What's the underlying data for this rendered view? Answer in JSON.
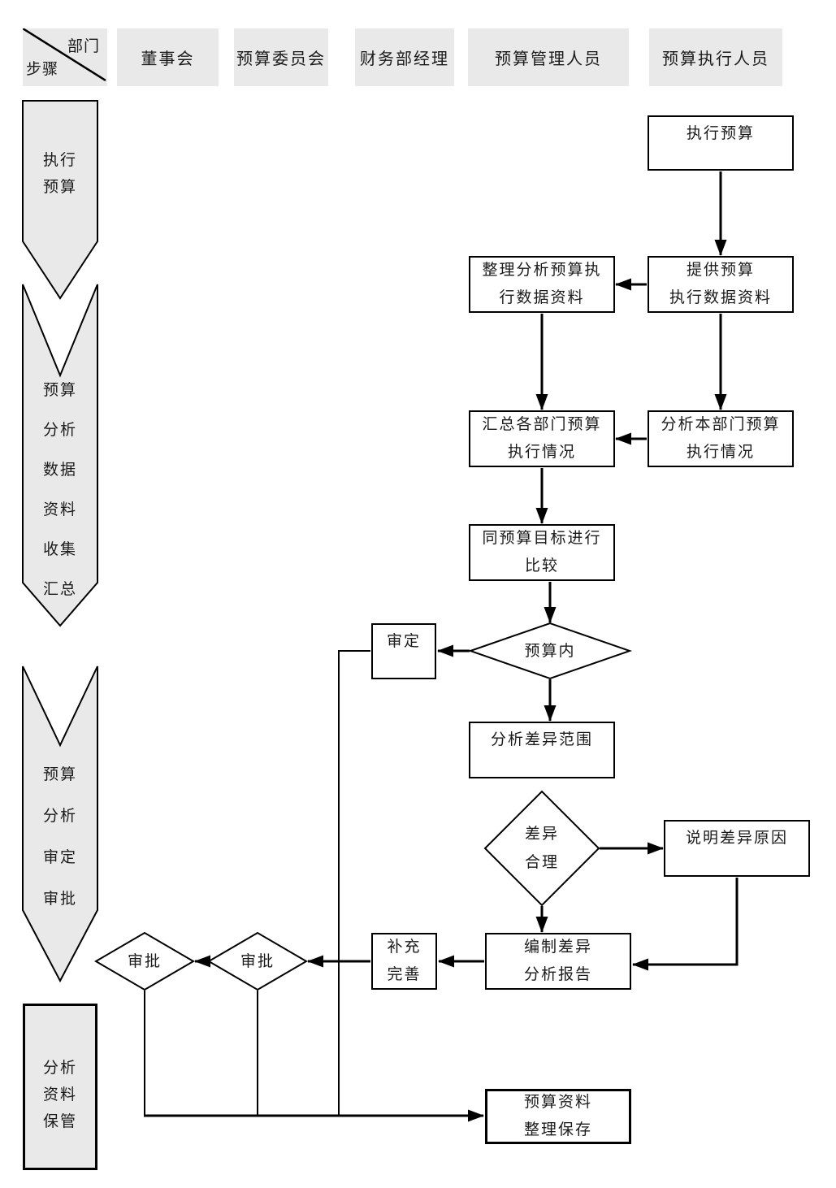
{
  "header": {
    "corner_top": "部门",
    "corner_bottom": "步骤",
    "columns": [
      {
        "label": "董事会"
      },
      {
        "label": "预算委员会"
      },
      {
        "label": "财务部经理"
      },
      {
        "label": "预算管理人员"
      },
      {
        "label": "预算执行人员"
      }
    ]
  },
  "steps": [
    {
      "label": "执行\n预算"
    },
    {
      "label": "预算\n分析\n数据\n资料\n收集\n汇总"
    },
    {
      "label": "预算\n分析\n审定\n审批"
    },
    {
      "label": "分析\n资料\n保管"
    }
  ],
  "nodes": {
    "exec_budget": {
      "label": "执行预算",
      "type": "process",
      "lane": "预算执行人员"
    },
    "tidy_data": {
      "label": "整理分析预算执\n行数据资料",
      "type": "process",
      "lane": "预算管理人员"
    },
    "provide_data": {
      "label": "提供预算\n执行数据资料",
      "type": "process",
      "lane": "预算执行人员"
    },
    "summarize": {
      "label": "汇总各部门预算\n执行情况",
      "type": "process",
      "lane": "预算管理人员"
    },
    "analyze_dept": {
      "label": "分析本部门预算\n执行情况",
      "type": "process",
      "lane": "预算执行人员"
    },
    "compare_target": {
      "label": "同预算目标进行\n比较",
      "type": "process",
      "lane": "预算管理人员"
    },
    "review": {
      "label": "审定",
      "type": "process",
      "lane": "财务部经理"
    },
    "within_budget": {
      "label": "预算内",
      "type": "decision",
      "lane": "预算管理人员"
    },
    "variance_range": {
      "label": "分析差异范围",
      "type": "process",
      "lane": "预算管理人员"
    },
    "variance_reasonable": {
      "label": "差异\n合理",
      "type": "decision",
      "lane": "预算管理人员"
    },
    "explain_reason": {
      "label": "说明差异原因",
      "type": "process",
      "lane": "预算执行人员"
    },
    "compile_report": {
      "label": "编制差异\n分析报告",
      "type": "process",
      "lane": "预算管理人员"
    },
    "supplement": {
      "label": "补充\n完善",
      "type": "process",
      "lane": "财务部经理"
    },
    "approve_committee": {
      "label": "审批",
      "type": "decision",
      "lane": "预算委员会"
    },
    "approve_board": {
      "label": "审批",
      "type": "decision",
      "lane": "董事会"
    },
    "archive": {
      "label": "预算资料\n整理保存",
      "type": "process",
      "lane": "预算管理人员"
    }
  },
  "edges": [
    {
      "from": "exec_budget",
      "to": "provide_data"
    },
    {
      "from": "provide_data",
      "to": "tidy_data"
    },
    {
      "from": "tidy_data",
      "to": "summarize"
    },
    {
      "from": "provide_data",
      "to": "analyze_dept"
    },
    {
      "from": "analyze_dept",
      "to": "summarize"
    },
    {
      "from": "summarize",
      "to": "compare_target"
    },
    {
      "from": "compare_target",
      "to": "within_budget"
    },
    {
      "from": "within_budget",
      "to": "review"
    },
    {
      "from": "within_budget",
      "to": "variance_range"
    },
    {
      "from": "variance_reasonable",
      "to": "explain_reason"
    },
    {
      "from": "variance_reasonable",
      "to": "compile_report"
    },
    {
      "from": "explain_reason",
      "to": "compile_report"
    },
    {
      "from": "compile_report",
      "to": "supplement"
    },
    {
      "from": "supplement",
      "to": "approve_committee"
    },
    {
      "from": "approve_committee",
      "to": "approve_board"
    },
    {
      "from": "review",
      "to": "archive"
    },
    {
      "from": "approve_committee",
      "to": "archive"
    },
    {
      "from": "approve_board",
      "to": "archive"
    }
  ],
  "colors": {
    "lane_fill": "#e9e9e9",
    "stroke": "#000000",
    "node_fill": "#ffffff",
    "background": "#ffffff"
  }
}
